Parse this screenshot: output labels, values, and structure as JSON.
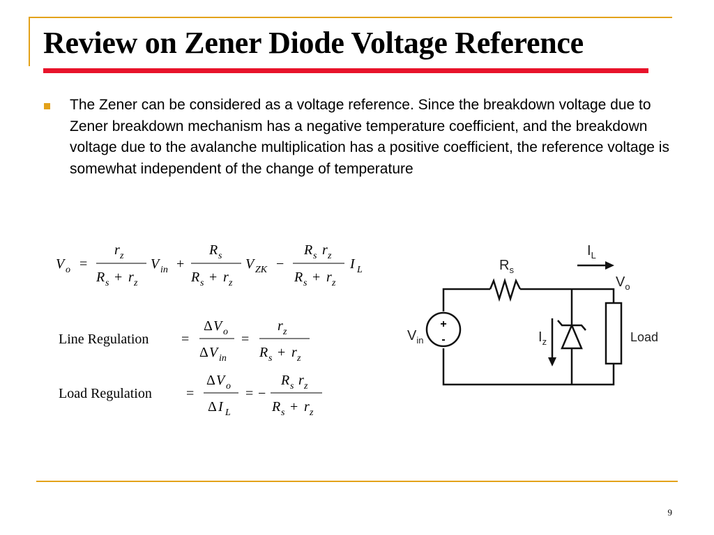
{
  "slide": {
    "title": "Review on Zener Diode Voltage Reference",
    "bullet": "The Zener can be considered as a voltage reference. Since the breakdown voltage due to Zener breakdown mechanism has a negative temperature coefficient, and the breakdown voltage due to the avalanche multiplication has a positive coefficient, the reference voltage is somewhat independent of the change of temperature",
    "page_number": "9"
  },
  "equations": {
    "line_regulation_label": "Line Regulation",
    "load_regulation_label": "Load Regulation"
  },
  "circuit": {
    "vin_label": "V",
    "vin_sub": "in",
    "rs_label": "R",
    "rs_sub": "s",
    "il_label": "I",
    "il_sub": "L",
    "vo_label": "V",
    "vo_sub": "o",
    "iz_label": "I",
    "iz_sub": "z",
    "load_label": "Load",
    "plus_sign": "+",
    "minus_sign": "-"
  },
  "colors": {
    "accent_gold": "#e3a21a",
    "title_bar_red": "#e8132b"
  }
}
